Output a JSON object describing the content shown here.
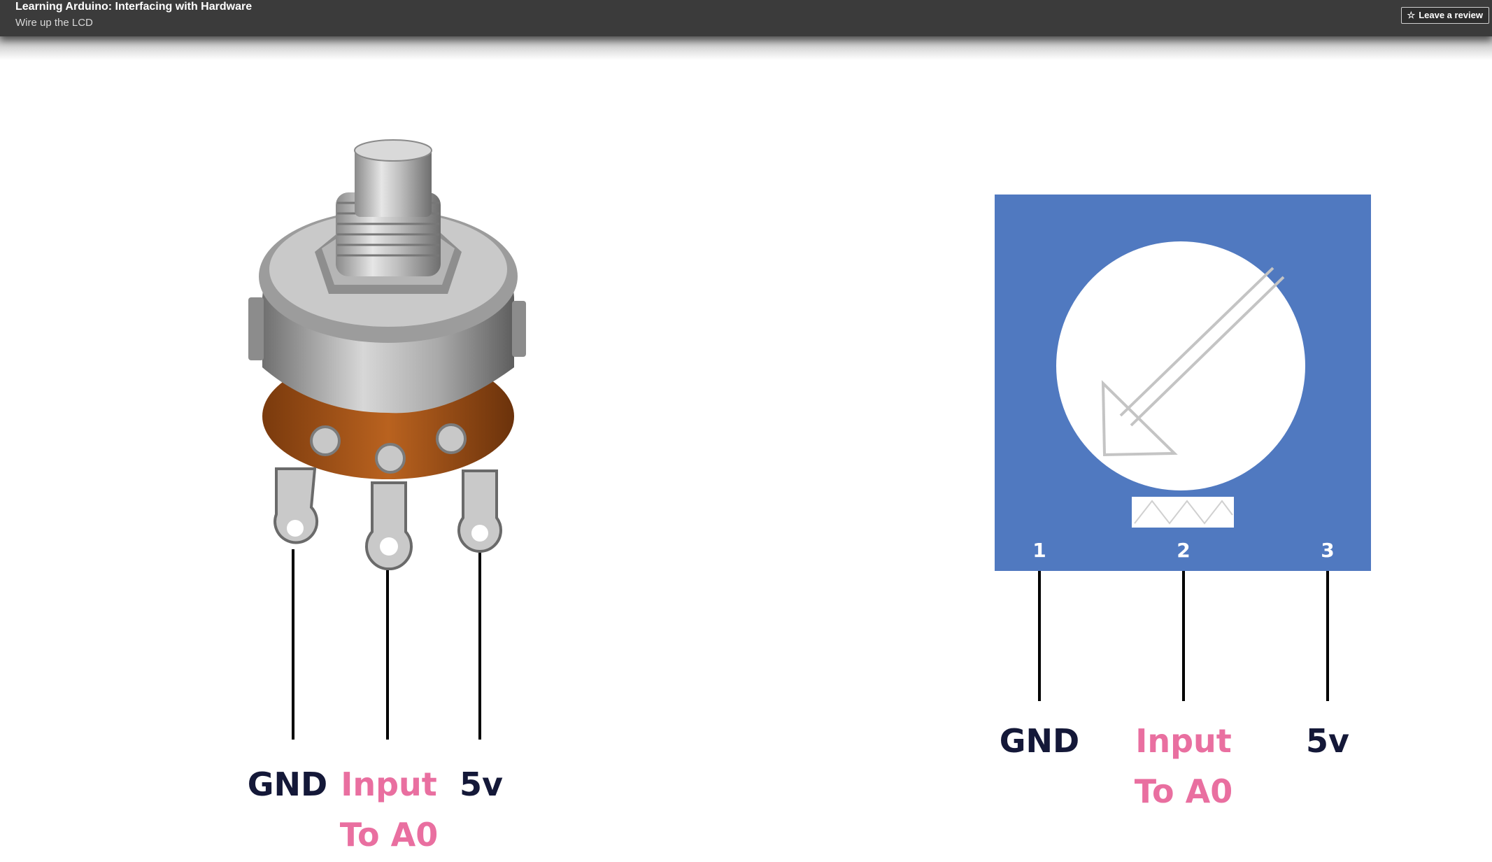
{
  "header": {
    "course_title": "Learning Arduino: Interfacing with Hardware",
    "lesson_title": "Wire up the LCD",
    "review_button_label": "Leave a review",
    "review_button_icon": "star-outline-icon"
  },
  "photo_labels": {
    "gnd": "GND",
    "input_line1": "Input",
    "input_line2": "To A0",
    "vcc": "5v"
  },
  "schematic": {
    "pins": [
      "1",
      "2",
      "3"
    ],
    "labels": {
      "gnd": "GND",
      "input_line1": "Input",
      "input_line2": "To A0",
      "vcc": "5v"
    },
    "box_color": "#5079c0"
  },
  "colors": {
    "label_dark": "#141838",
    "label_pink": "#e96fa0"
  }
}
